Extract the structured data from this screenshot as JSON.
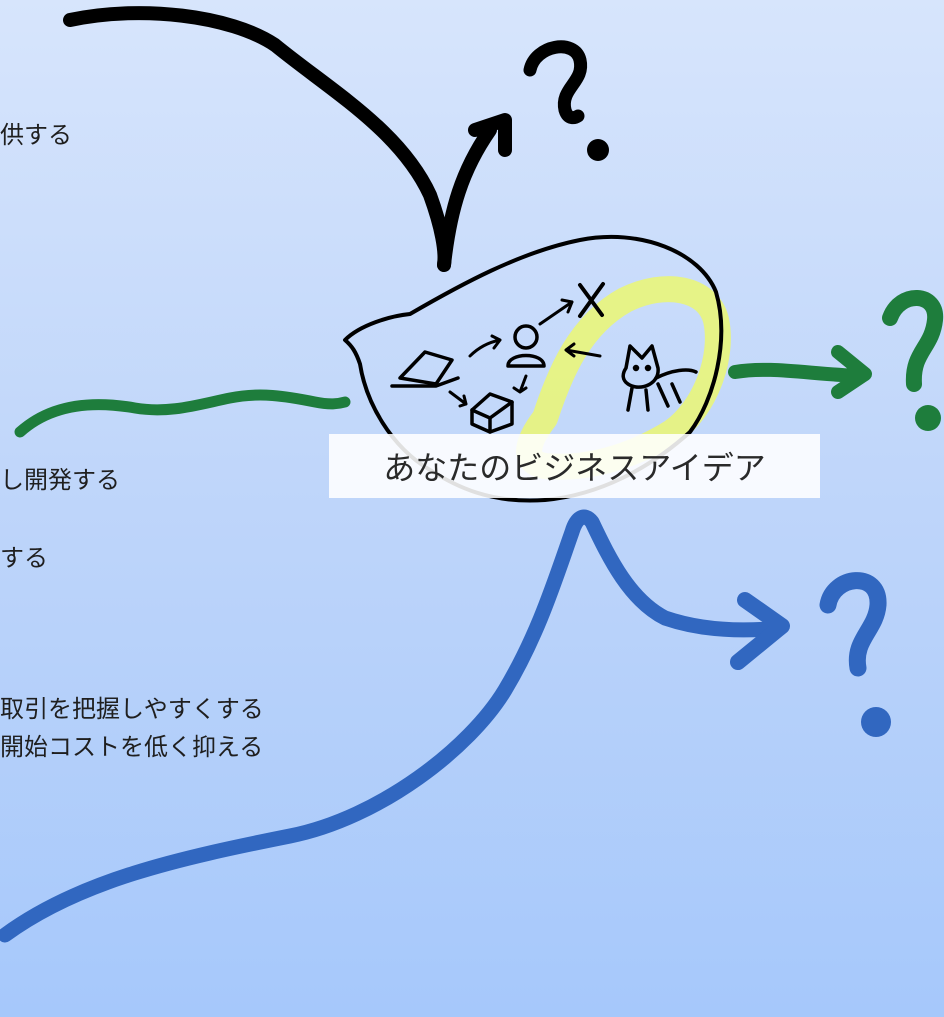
{
  "text_fragments": [
    "供する",
    "し開発する",
    "する",
    "取引を把握しやすくする",
    "開始コストを低く抑える"
  ],
  "center_label": "あなたのビジネスアイデア",
  "colors": {
    "background_top": "#d7e5fc",
    "background_bottom": "#a6c8fb",
    "black_path": "#000000",
    "green_path": "#1e7d3c",
    "blue_path": "#3167c0",
    "highlight": "#e9f57a"
  },
  "icons": [
    "laptop-icon",
    "person-icon",
    "box-icon",
    "x-mark-icon",
    "cat-icon",
    "question-mark-icon"
  ]
}
